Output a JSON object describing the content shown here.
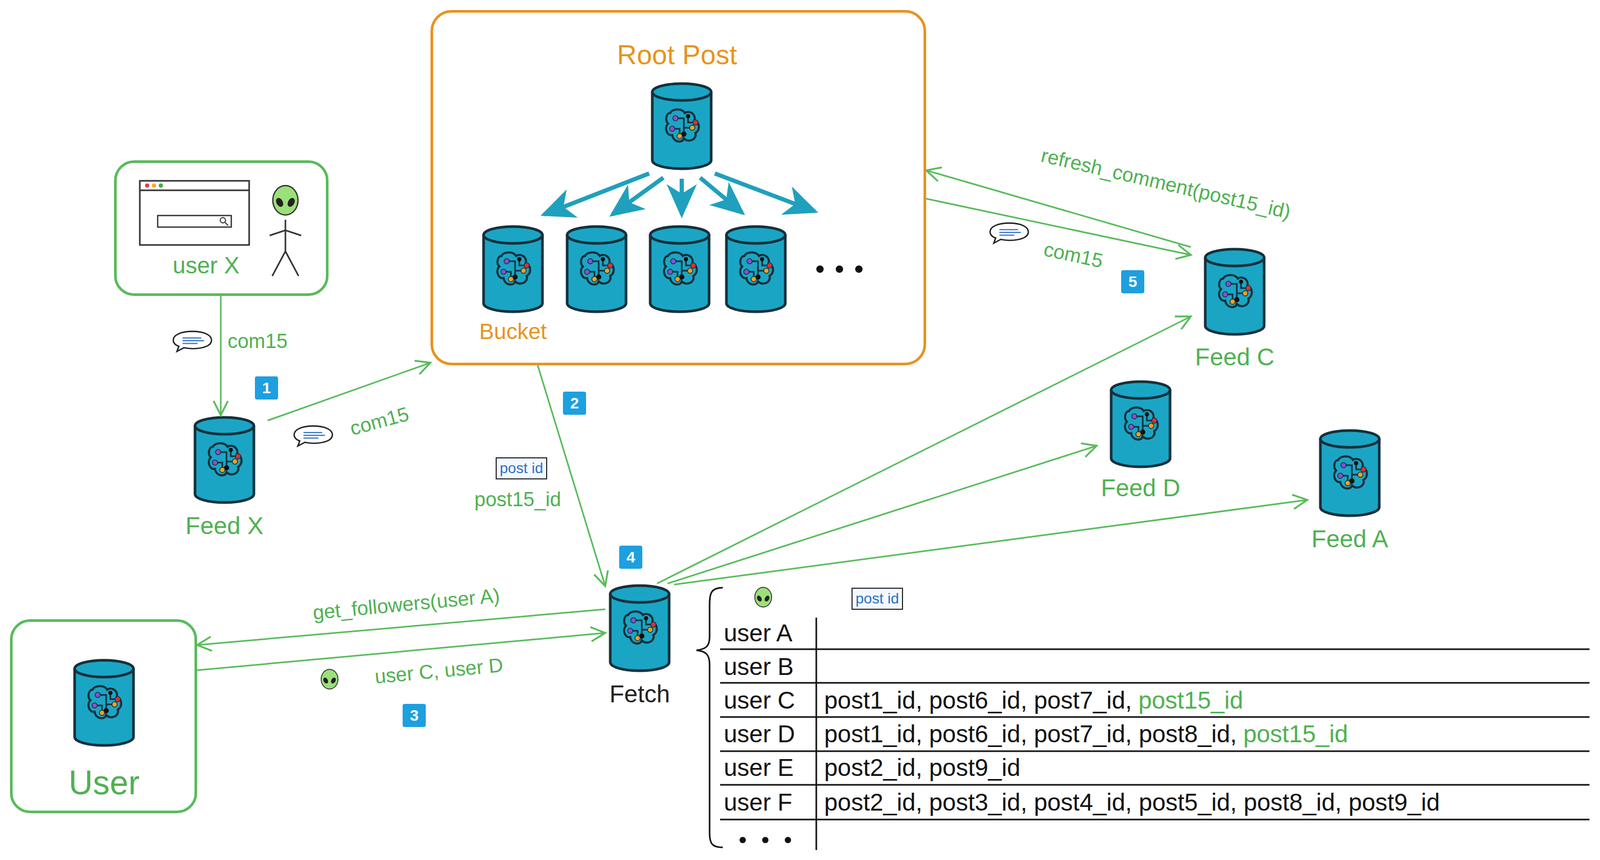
{
  "diagram": {
    "nodes": [
      {
        "text": [
          "user X"
        ]
      },
      {
        "text": [
          "Feed X"
        ]
      },
      {
        "text": [
          "Root Post"
        ]
      },
      {
        "text": [
          "Bucket"
        ],
        "in": 2
      },
      {
        "text": [
          "Fetch"
        ]
      },
      {
        "text": [
          "User"
        ]
      },
      {
        "text": [
          "Feed C"
        ]
      },
      {
        "text": [
          "Feed D"
        ]
      },
      {
        "text": [
          "Feed A"
        ]
      }
    ],
    "edges": [
      {
        "from": 0,
        "to": 1,
        "arrow": "to",
        "label": "com15"
      },
      {
        "from": 1,
        "to": 2,
        "arrow": "to",
        "label": "com15"
      },
      {
        "from": 2,
        "to": 4,
        "arrow": "to",
        "label": "post15_id"
      },
      {
        "from": 4,
        "to": 5,
        "arrow": "to",
        "label": "get_followers(user A)"
      },
      {
        "from": 5,
        "to": 4,
        "arrow": "to",
        "label": "user C, user D"
      },
      {
        "from": 4,
        "to": 6,
        "arrow": "to"
      },
      {
        "from": 4,
        "to": 7,
        "arrow": "to"
      },
      {
        "from": 4,
        "to": 8,
        "arrow": "to"
      },
      {
        "from": 6,
        "to": 2,
        "arrow": "to",
        "label": "refresh_comment(post15_id)"
      },
      {
        "from": 2,
        "to": 6,
        "arrow": "to",
        "label": "com15"
      }
    ],
    "labels": [
      "1",
      "2",
      "3",
      "4",
      "5",
      "post id",
      "post id",
      "user A",
      "user B",
      "user C",
      "post1_id, post6_id, post7_id,",
      "post15_id",
      "user D",
      "post1_id, post6_id, post7_id, post8_id,",
      "post15_id",
      "user E",
      "post2_id, post9_id",
      "user F",
      "post2_id, post3_id, post4_id, post5_id, post8_id, post9_id"
    ]
  }
}
